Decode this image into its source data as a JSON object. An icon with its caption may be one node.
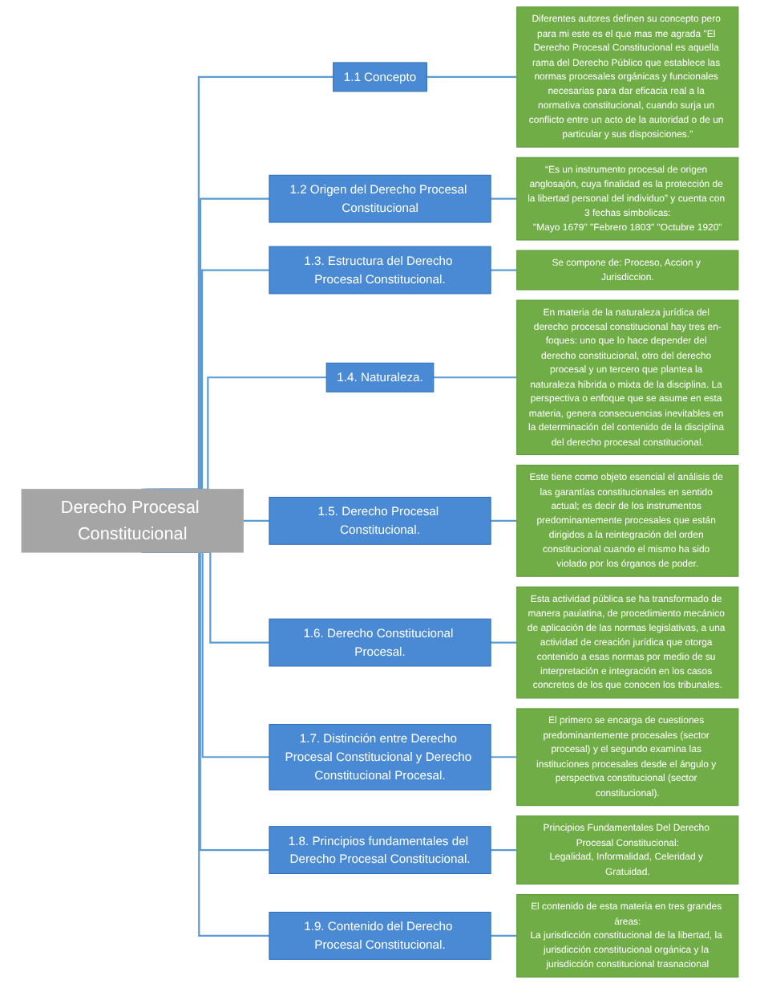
{
  "diagram": {
    "nodes": [
      {
        "text": [
          "Derecho Procesal Constitucional"
        ]
      },
      {
        "text": [
          "1.1 Concepto"
        ]
      },
      {
        "text": [
          "Diferentes autores definen su concepto pero para mi este es el que mas me agrada \"El Derecho Procesal Constitucional es aquella rama del Derecho Público que establece las normas procesales orgánicas y funcionales necesarias para dar eficacia real a la normativa constitucional, cuando surja un conflicto entre un acto de la autoridad o de un particular y sus disposiciones.\""
        ]
      },
      {
        "text": [
          "1.2 Origen del Derecho Procesal Constitucional"
        ]
      },
      {
        "text": [
          "“Es un instrumento procesal de origen anglosajón, cuya finalidad es la protección de la libertad personal del individuo” y cuenta con 3 fechas simbolicas:",
          "\"Mayo 1679\" \"Febrero 1803\" \"Octubre 1920\""
        ]
      },
      {
        "text": [
          "1.3. Estructura del Derecho Procesal Constitucional."
        ]
      },
      {
        "text": [
          "Se compone de: Proceso, Accion y Jurisdiccion."
        ]
      },
      {
        "text": [
          "1.4. Naturaleza."
        ]
      },
      {
        "text": [
          "En materia de la naturaleza jurídica del derecho procesal constitucional hay tres en-foques: uno que lo hace depender del derecho constitucional, otro del derecho procesal y un tercero que plantea la naturaleza híbrida o mixta de la disciplina. La perspectiva o enfoque que se asume en esta materia, genera consecuencias inevitables en la determinación del contenido de la disciplina del derecho procesal constitucional."
        ]
      },
      {
        "text": [
          "1.5. Derecho Procesal Constitucional."
        ]
      },
      {
        "text": [
          "Este tiene como objeto esencial el análisis de las garantías constitucionales en sentido actual; es decir de los instrumentos predominantemente procesales que están dirigidos a la reintegración del orden constitucional cuando el mismo ha sido violado por los órganos de poder."
        ]
      },
      {
        "text": [
          "1.6. Derecho Constitucional Procesal."
        ]
      },
      {
        "text": [
          "Esta actividad pública se ha transformado de manera paulatina, de procedimiento mecánico de aplicación de las normas legislativas, a una actividad de creación jurídica que otorga contenido a esas normas por medio de su interpretación e integración en los casos concretos de los que conocen los tribunales."
        ]
      },
      {
        "text": [
          "1.7. Distinción entre Derecho Procesal Constitucional y Derecho Constitucional Procesal."
        ]
      },
      {
        "text": [
          "El primero se encarga de cuestiones predominantemente procesales (sector procesal) y el segundo examina las instituciones procesales desde el ángulo y perspectiva constitucional (sector constitucional)."
        ]
      },
      {
        "text": [
          "1.8. Principios fundamentales del Derecho Procesal Constitucional."
        ]
      },
      {
        "text": [
          "Principios Fundamentales Del Derecho Procesal Constitucional:",
          "Legalidad, Informalidad, Celeridad y Gratuidad."
        ]
      },
      {
        "text": [
          "1.9. Contenido del Derecho Procesal Constitucional."
        ]
      },
      {
        "text": [
          "El contenido de esta materia en tres grandes áreas:",
          "La jurisdicción constitucional de la libertad, la jurisdicción constitucional orgánica y la jurisdicción constitucional trasnacional"
        ]
      }
    ],
    "edges": [
      {
        "from": 0,
        "to": 1,
        "arrow": "none"
      },
      {
        "from": 1,
        "to": 2,
        "arrow": "none"
      },
      {
        "from": 0,
        "to": 3,
        "arrow": "none"
      },
      {
        "from": 3,
        "to": 4,
        "arrow": "none"
      },
      {
        "from": 0,
        "to": 5,
        "arrow": "none"
      },
      {
        "from": 5,
        "to": 6,
        "arrow": "none"
      },
      {
        "from": 0,
        "to": 7,
        "arrow": "none"
      },
      {
        "from": 7,
        "to": 8,
        "arrow": "none"
      },
      {
        "from": 0,
        "to": 9,
        "arrow": "none"
      },
      {
        "from": 9,
        "to": 10,
        "arrow": "none"
      },
      {
        "from": 0,
        "to": 11,
        "arrow": "none"
      },
      {
        "from": 11,
        "to": 12,
        "arrow": "none"
      },
      {
        "from": 0,
        "to": 13,
        "arrow": "none"
      },
      {
        "from": 13,
        "to": 14,
        "arrow": "none"
      },
      {
        "from": 0,
        "to": 15,
        "arrow": "none"
      },
      {
        "from": 15,
        "to": 16,
        "arrow": "none"
      },
      {
        "from": 0,
        "to": 17,
        "arrow": "none"
      },
      {
        "from": 17,
        "to": 18,
        "arrow": "none"
      }
    ]
  }
}
